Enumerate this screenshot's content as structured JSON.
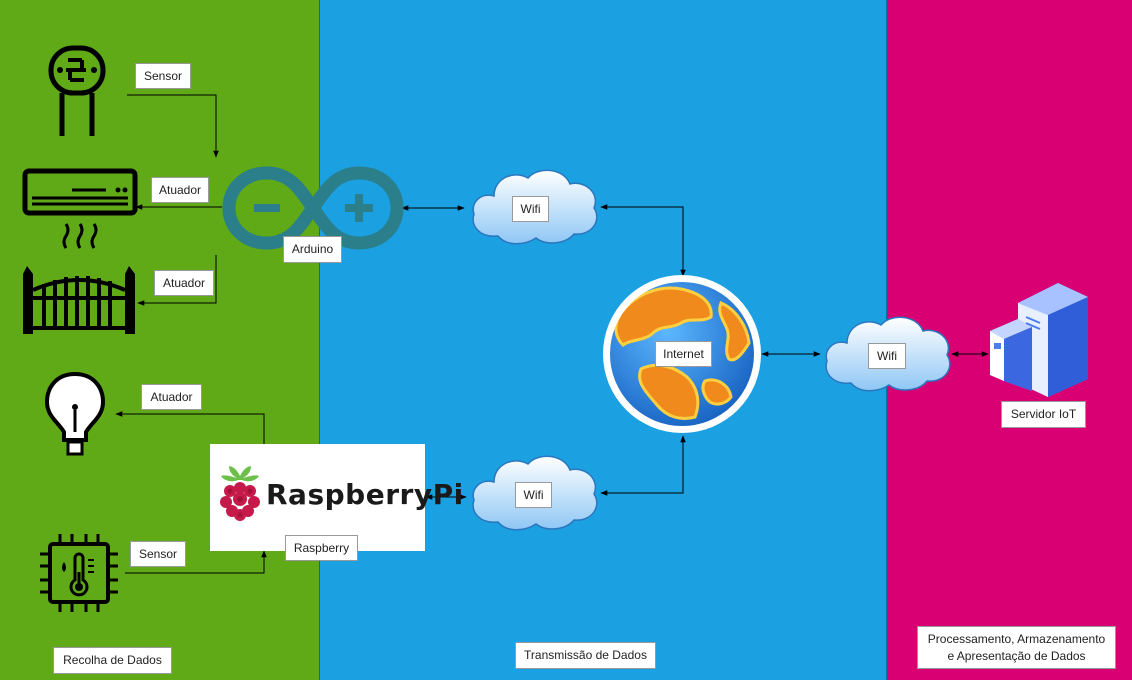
{
  "zones": {
    "collection": "Recolha de Dados",
    "transmission": "Transmissão de Dados",
    "processing_line1": "Processamento, Armazenamento",
    "processing_line2": "e Apresentação de Dados"
  },
  "labels": {
    "sensor_top": "Sensor",
    "actuator_ac": "Atuador",
    "arduino": "Arduino",
    "actuator_gate": "Atuador",
    "actuator_lamp": "Atuador",
    "sensor_bottom": "Sensor",
    "raspberry": "Raspberry",
    "wifi_top": "Wifi",
    "wifi_bottom": "Wifi",
    "internet": "Internet",
    "wifi_right": "Wifi",
    "server": "Servidor IoT"
  },
  "raspberry_logo_text": "RaspberryPi",
  "colors": {
    "green_zone": "#60a917",
    "blue_zone": "#1ba1e2",
    "pink_zone": "#d80073",
    "arduino_teal": "#2a7f8a",
    "raspberry_red": "#c51a4a",
    "raspberry_leaf": "#6cc04a",
    "server_blue": "#4d7cf0"
  }
}
